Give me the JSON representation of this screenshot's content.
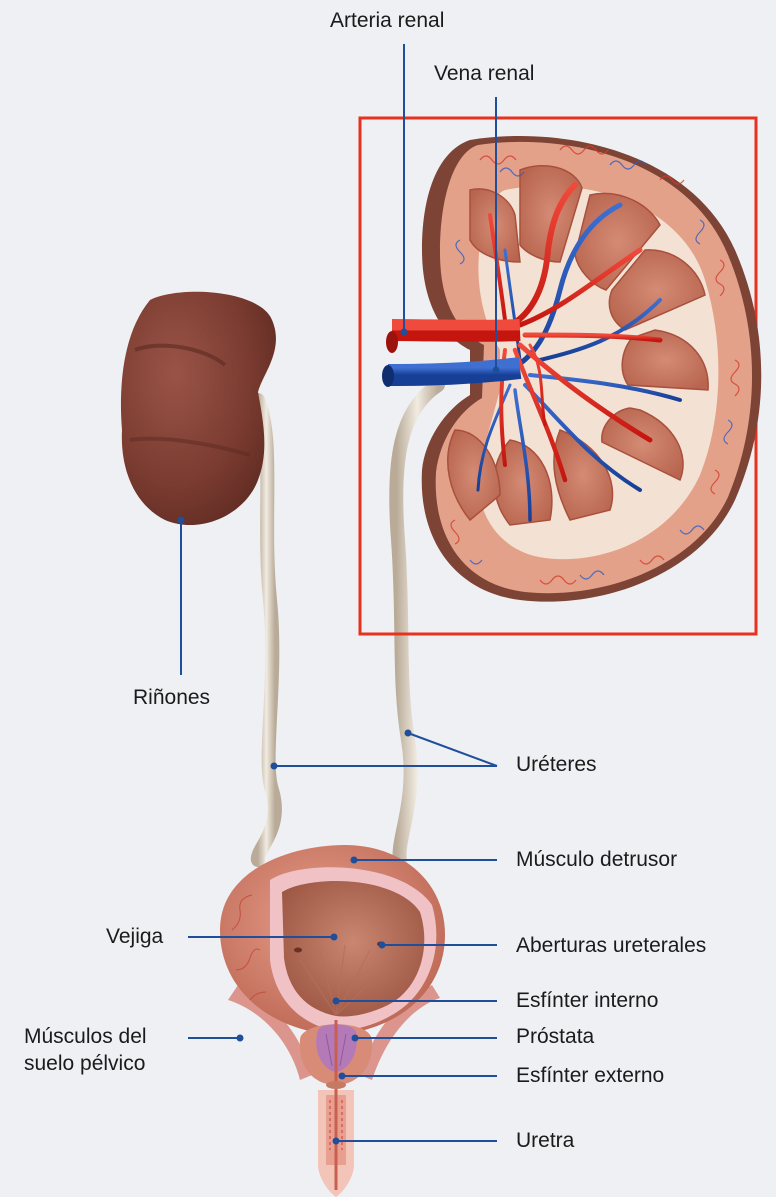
{
  "labels": {
    "arteria_renal": "Arteria renal",
    "vena_renal": "Vena renal",
    "rinones": "Riñones",
    "ureteres": "Uréteres",
    "musculo_detrusor": "Músculo detrusor",
    "vejiga": "Vejiga",
    "aberturas_ureterales": "Aberturas ureterales",
    "esfinter_interno": "Esfínter interno",
    "musculos_suelo_line1": "Músculos del",
    "musculos_suelo_line2": "suelo pélvico",
    "prostata": "Próstata",
    "esfinter_externo": "Esfínter externo",
    "uretra": "Uretra"
  },
  "colors": {
    "leader": "#1f4f9a",
    "highlight_box": "#e8321e",
    "kidney": "#7a3b30",
    "artery": "#e2231a",
    "vein": "#1e4fb5",
    "tissue": "#d9907c",
    "ureter": "#ddd3c3"
  }
}
